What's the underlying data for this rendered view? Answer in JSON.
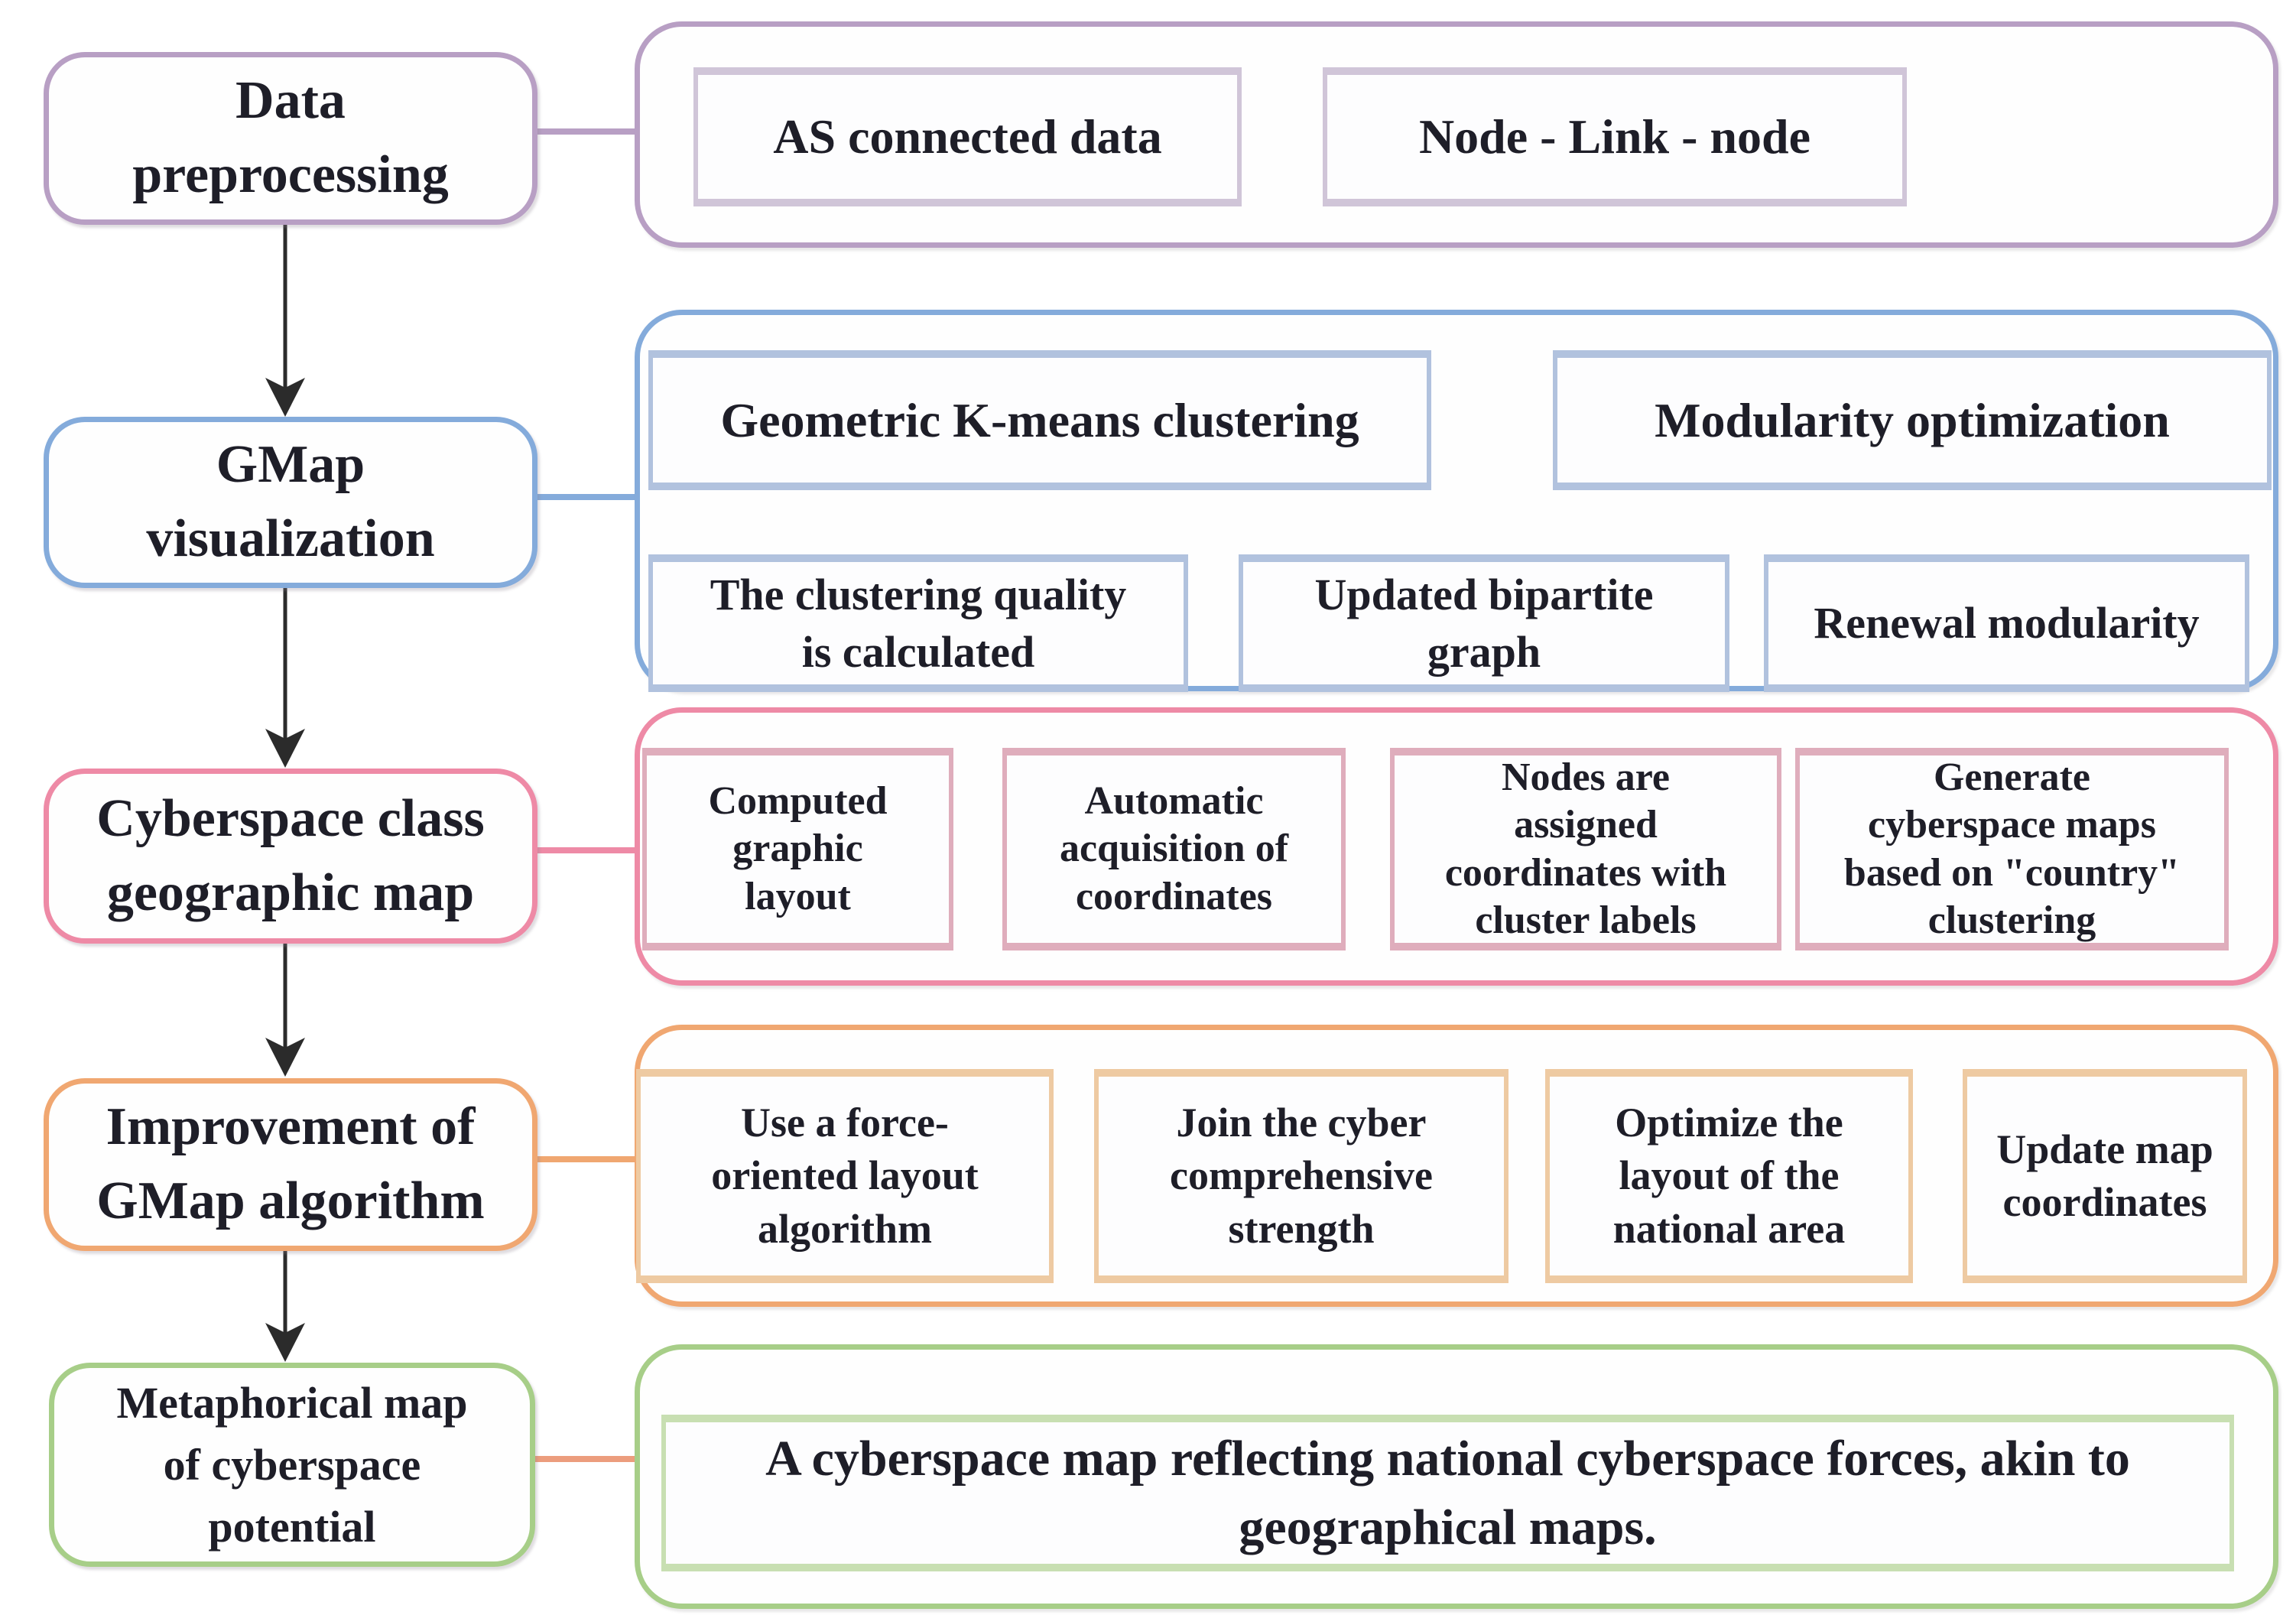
{
  "palette": {
    "stage_purple": "#b89fc4",
    "stage_blue": "#84abdb",
    "stage_pink": "#ee8aa6",
    "stage_orange": "#f0a771",
    "stage_green": "#a7ce88",
    "inner_purple": "#d0c5d8",
    "inner_blue": "#b1c2de",
    "inner_pink": "#dfadbc",
    "inner_orange": "#eecaa2",
    "inner_green": "#c8dfb2",
    "connector_salmon": "#ec9d7d",
    "arrow_black": "#2b2b2b",
    "text": "#1e1e28"
  },
  "stages": [
    {
      "id": "data-preprocessing",
      "label": [
        "Data",
        "preprocessing"
      ]
    },
    {
      "id": "gmap-visualization",
      "label": [
        "GMap",
        "visualization"
      ]
    },
    {
      "id": "cyberspace-class-geographic-map",
      "label": [
        "Cyberspace class",
        "geographic map"
      ]
    },
    {
      "id": "improvement-of-gmap-algorithm",
      "label": [
        "Improvement of",
        "GMap algorithm"
      ]
    },
    {
      "id": "metaphorical-map-of-cyberspace-potential",
      "label": [
        "Metaphorical map",
        "of cyberspace",
        "potential"
      ]
    }
  ],
  "panels": {
    "preprocessing": {
      "as_connected_data": "AS connected data",
      "node_link_node": "Node - Link - node"
    },
    "gmap": {
      "kmeans": "Geometric K-means clustering",
      "modularity": "Modularity optimization",
      "clustering_quality": [
        "The  clustering quality",
        "is calculated"
      ],
      "bipartite": [
        "Updated bipartite",
        "graph"
      ],
      "renewal": "Renewal modularity"
    },
    "class_map": {
      "computed_layout": [
        "Computed",
        "graphic",
        "layout"
      ],
      "auto_coordinates": [
        "Automatic",
        "acquisition of",
        "coordinates"
      ],
      "nodes_assigned": [
        "Nodes are",
        "assigned",
        "coordinates  with",
        "cluster labels"
      ],
      "generate_maps": [
        "Generate",
        "cyberspace maps",
        "based on \"country\"",
        "clustering"
      ]
    },
    "improvement": {
      "force_layout": [
        "Use a force-",
        "oriented layout",
        "algorithm"
      ],
      "join_strength": [
        "Join the cyber",
        "comprehensive",
        "strength"
      ],
      "optimize_layout": [
        "Optimize the",
        "layout of the",
        "national area"
      ],
      "update_coordinates": [
        "Update map",
        "coordinates"
      ]
    },
    "metaphorical": {
      "result": [
        "A cyberspace map reflecting national cyberspace forces, akin to",
        "geographical maps."
      ]
    }
  }
}
